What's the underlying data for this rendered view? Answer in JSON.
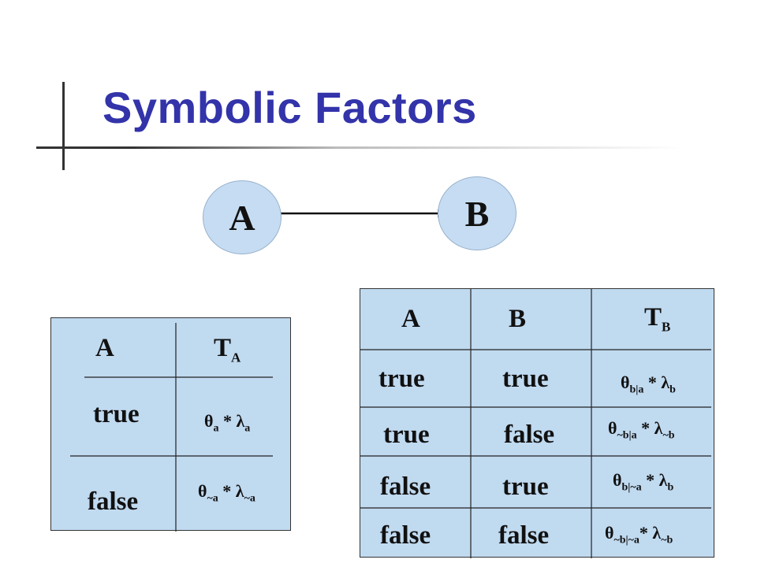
{
  "title": "Symbolic Factors",
  "colors": {
    "title": "#3333aa",
    "node_fill": "#c6dcf2",
    "table_fill": "#c0daf0"
  },
  "network": {
    "nodes": [
      "A",
      "B"
    ],
    "edge": {
      "from": "A",
      "to": "B"
    }
  },
  "table_a": {
    "headers": {
      "var": "A",
      "factor": "T",
      "factor_sub": "A"
    },
    "rows": [
      {
        "a": "true",
        "theta": "θ",
        "theta_sub": "a",
        "op": " * ",
        "lambda": "λ",
        "lambda_sub": "a"
      },
      {
        "a": "false",
        "theta": "θ",
        "theta_sub": "~a",
        "op": " * ",
        "lambda": "λ",
        "lambda_sub": "~a"
      }
    ]
  },
  "table_b": {
    "headers": {
      "var1": "A",
      "var2": "B",
      "factor": "T",
      "factor_sub": "B"
    },
    "rows": [
      {
        "a": "true",
        "b": "true",
        "theta": "θ",
        "theta_sub": "b|a",
        "op": " * ",
        "lambda": "λ",
        "lambda_sub": "b"
      },
      {
        "a": "true",
        "b": "false",
        "theta": "θ",
        "theta_sub": "~b|a",
        "op": " * ",
        "lambda": "λ",
        "lambda_sub": "~b"
      },
      {
        "a": "false",
        "b": "true",
        "theta": "θ",
        "theta_sub": "b|~a",
        "op": " * ",
        "lambda": "λ",
        "lambda_sub": "b"
      },
      {
        "a": "false",
        "b": "false",
        "theta": "θ",
        "theta_sub": "~b|~a",
        "op": "* ",
        "lambda": "λ",
        "lambda_sub": "~b"
      }
    ]
  }
}
